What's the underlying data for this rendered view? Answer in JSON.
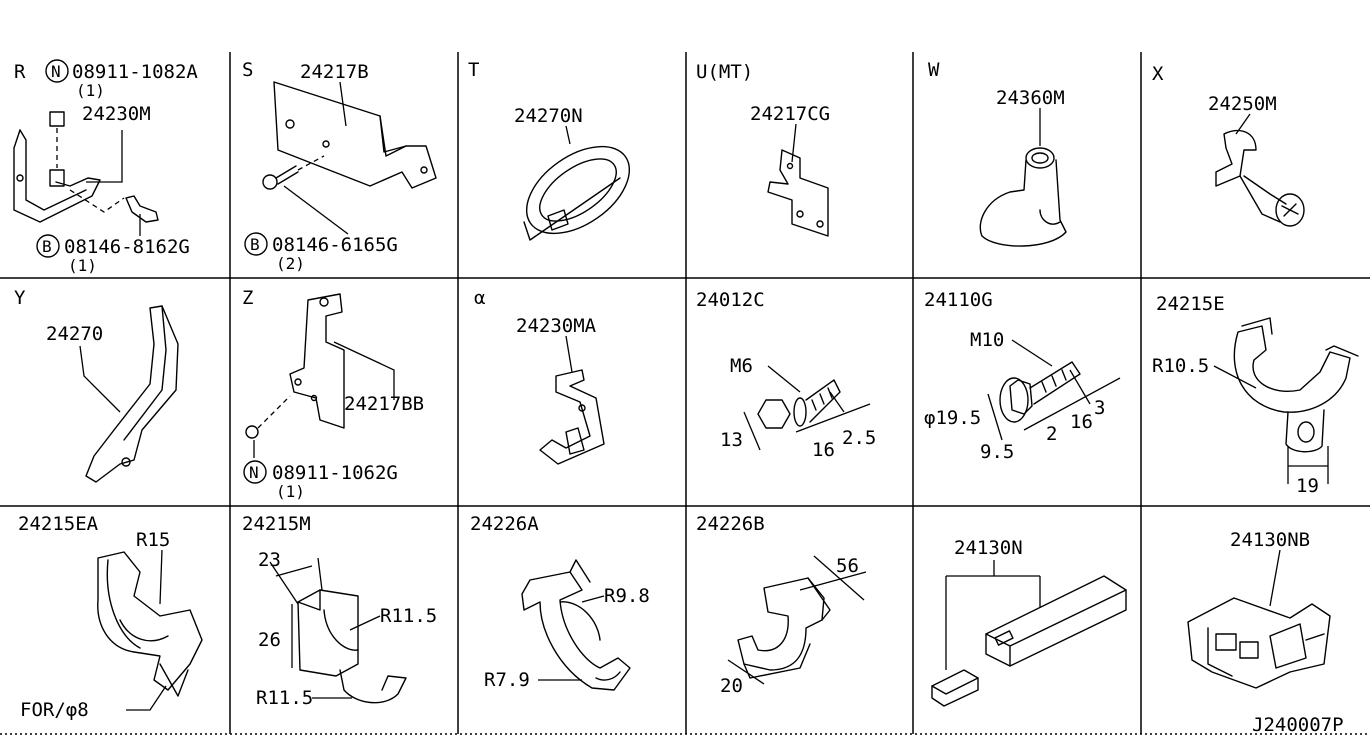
{
  "cells": {
    "R": {
      "letter": "R",
      "n_code": "N",
      "n_part": "08911-1082A",
      "n_qty": "(1)",
      "part": "24230M",
      "b_code": "B",
      "b_part": "08146-8162G",
      "b_qty": "(1)"
    },
    "S": {
      "letter": "S",
      "part": "24217B",
      "b_code": "B",
      "b_part": "08146-6165G",
      "b_qty": "(2)"
    },
    "T": {
      "letter": "T",
      "part": "24270N"
    },
    "U": {
      "letter": "U(MT)",
      "part": "24217CG"
    },
    "W": {
      "letter": "W",
      "part": "24360M"
    },
    "X": {
      "letter": "X",
      "part": "24250M"
    },
    "Y": {
      "letter": "Y",
      "part": "24270"
    },
    "Z": {
      "letter": "Z",
      "part": "24217BB",
      "n_code": "N",
      "n_part": "08911-1062G",
      "n_qty": "(1)"
    },
    "alpha": {
      "letter": "α",
      "part": "24230MA"
    },
    "c24012C": {
      "part": "24012C",
      "thread": "M6",
      "d1": "13",
      "d2": "16",
      "d3": "2.5"
    },
    "c24110G": {
      "part": "24110G",
      "thread": "M10",
      "dia": "φ19.5",
      "d1": "9.5",
      "d2": "2",
      "d3": "16",
      "d4": "3"
    },
    "c24215E": {
      "part": "24215E",
      "radius": "R10.5",
      "width": "19"
    },
    "c24215EA": {
      "part": "24215EA",
      "radius": "R15",
      "note": "FOR/φ8"
    },
    "c24215M": {
      "part": "24215M",
      "w": "23",
      "h": "26",
      "r1": "R11.5",
      "r2": "R11.5"
    },
    "c24226A": {
      "part": "24226A",
      "r1": "R9.8",
      "r2": "R7.9"
    },
    "c24226B": {
      "part": "24226B",
      "d1": "56",
      "d2": "20"
    },
    "c24130N": {
      "part": "24130N"
    },
    "c24130NB": {
      "part": "24130NB"
    }
  },
  "drawing_id": "J240007P"
}
